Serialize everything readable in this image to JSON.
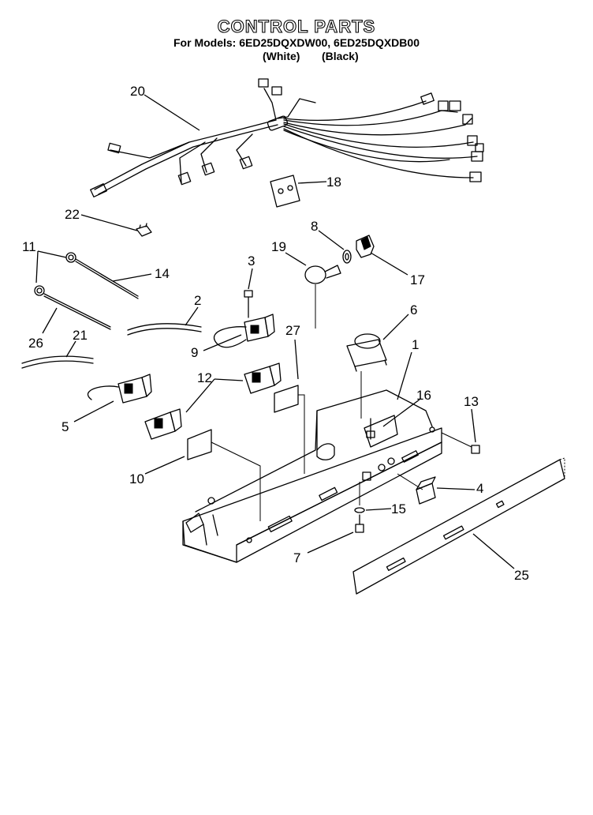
{
  "header": {
    "title": "CONTROL PARTS",
    "models_line": "For Models: 6ED25DQXDW00, 6ED25DQXDB00",
    "variant_white": "(White)",
    "variant_black": "(Black)"
  },
  "callouts": [
    "20",
    "18",
    "22",
    "11",
    "14",
    "3",
    "19",
    "8",
    "17",
    "2",
    "26",
    "21",
    "9",
    "27",
    "6",
    "1",
    "12",
    "16",
    "13",
    "5",
    "10",
    "4",
    "15",
    "7",
    "25"
  ]
}
